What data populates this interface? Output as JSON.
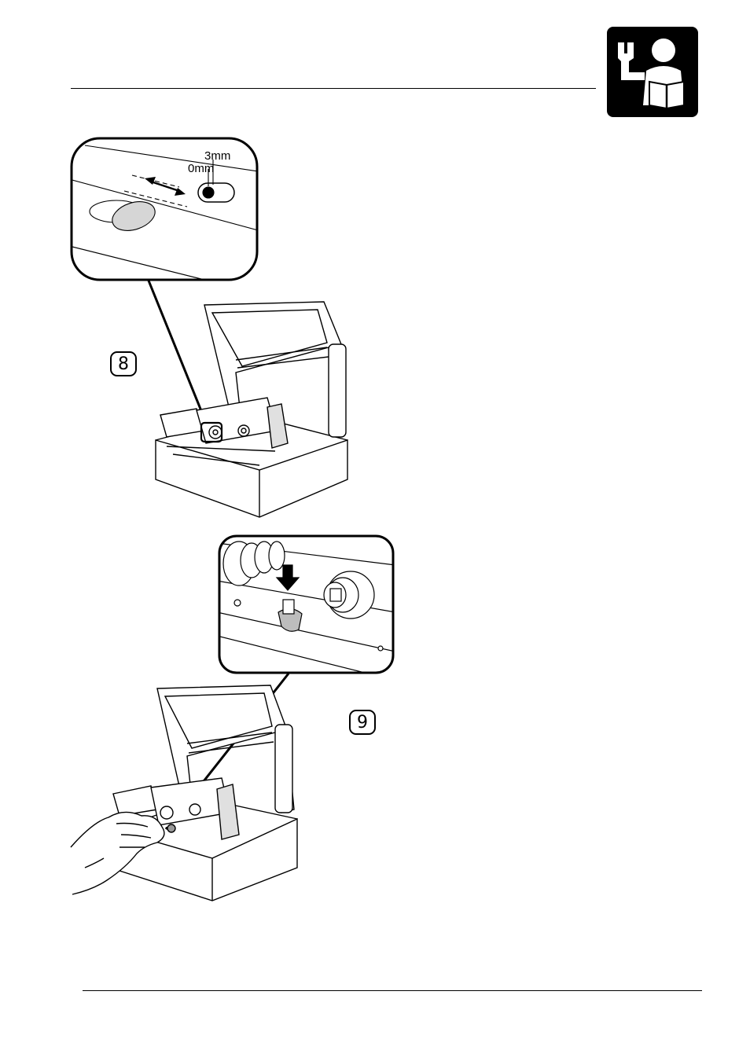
{
  "header": {
    "icon": "service-manual-icon"
  },
  "figure_8": {
    "step_number": "8",
    "scale_label_max": "3mm",
    "scale_label_min": "0mm"
  },
  "figure_9": {
    "step_number": "9"
  }
}
